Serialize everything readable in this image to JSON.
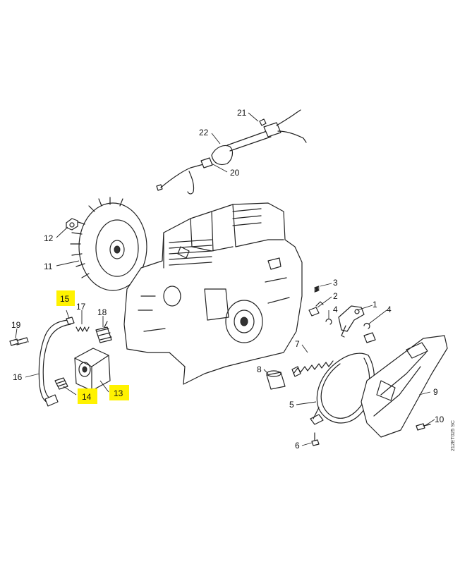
{
  "callouts": [
    {
      "id": "1",
      "label": "1",
      "highlighted": false
    },
    {
      "id": "2",
      "label": "2",
      "highlighted": false
    },
    {
      "id": "3",
      "label": "3",
      "highlighted": false
    },
    {
      "id": "4a",
      "label": "4",
      "highlighted": false
    },
    {
      "id": "4b",
      "label": "4",
      "highlighted": false
    },
    {
      "id": "5",
      "label": "5",
      "highlighted": false
    },
    {
      "id": "6",
      "label": "6",
      "highlighted": false
    },
    {
      "id": "7",
      "label": "7",
      "highlighted": false
    },
    {
      "id": "8",
      "label": "8",
      "highlighted": false
    },
    {
      "id": "9",
      "label": "9",
      "highlighted": false
    },
    {
      "id": "10",
      "label": "10",
      "highlighted": false
    },
    {
      "id": "11",
      "label": "11",
      "highlighted": false
    },
    {
      "id": "12",
      "label": "12",
      "highlighted": false
    },
    {
      "id": "13",
      "label": "13",
      "highlighted": true
    },
    {
      "id": "14",
      "label": "14",
      "highlighted": true
    },
    {
      "id": "15",
      "label": "15",
      "highlighted": true
    },
    {
      "id": "16",
      "label": "16",
      "highlighted": false
    },
    {
      "id": "17",
      "label": "17",
      "highlighted": false
    },
    {
      "id": "18",
      "label": "18",
      "highlighted": false
    },
    {
      "id": "19",
      "label": "19",
      "highlighted": false
    },
    {
      "id": "20",
      "label": "20",
      "highlighted": false
    },
    {
      "id": "21",
      "label": "21",
      "highlighted": false
    },
    {
      "id": "22",
      "label": "22",
      "highlighted": false
    }
  ],
  "drawing_ref": "212ET025 SC",
  "colors": {
    "highlight": "#fff200",
    "line": "#222222"
  }
}
